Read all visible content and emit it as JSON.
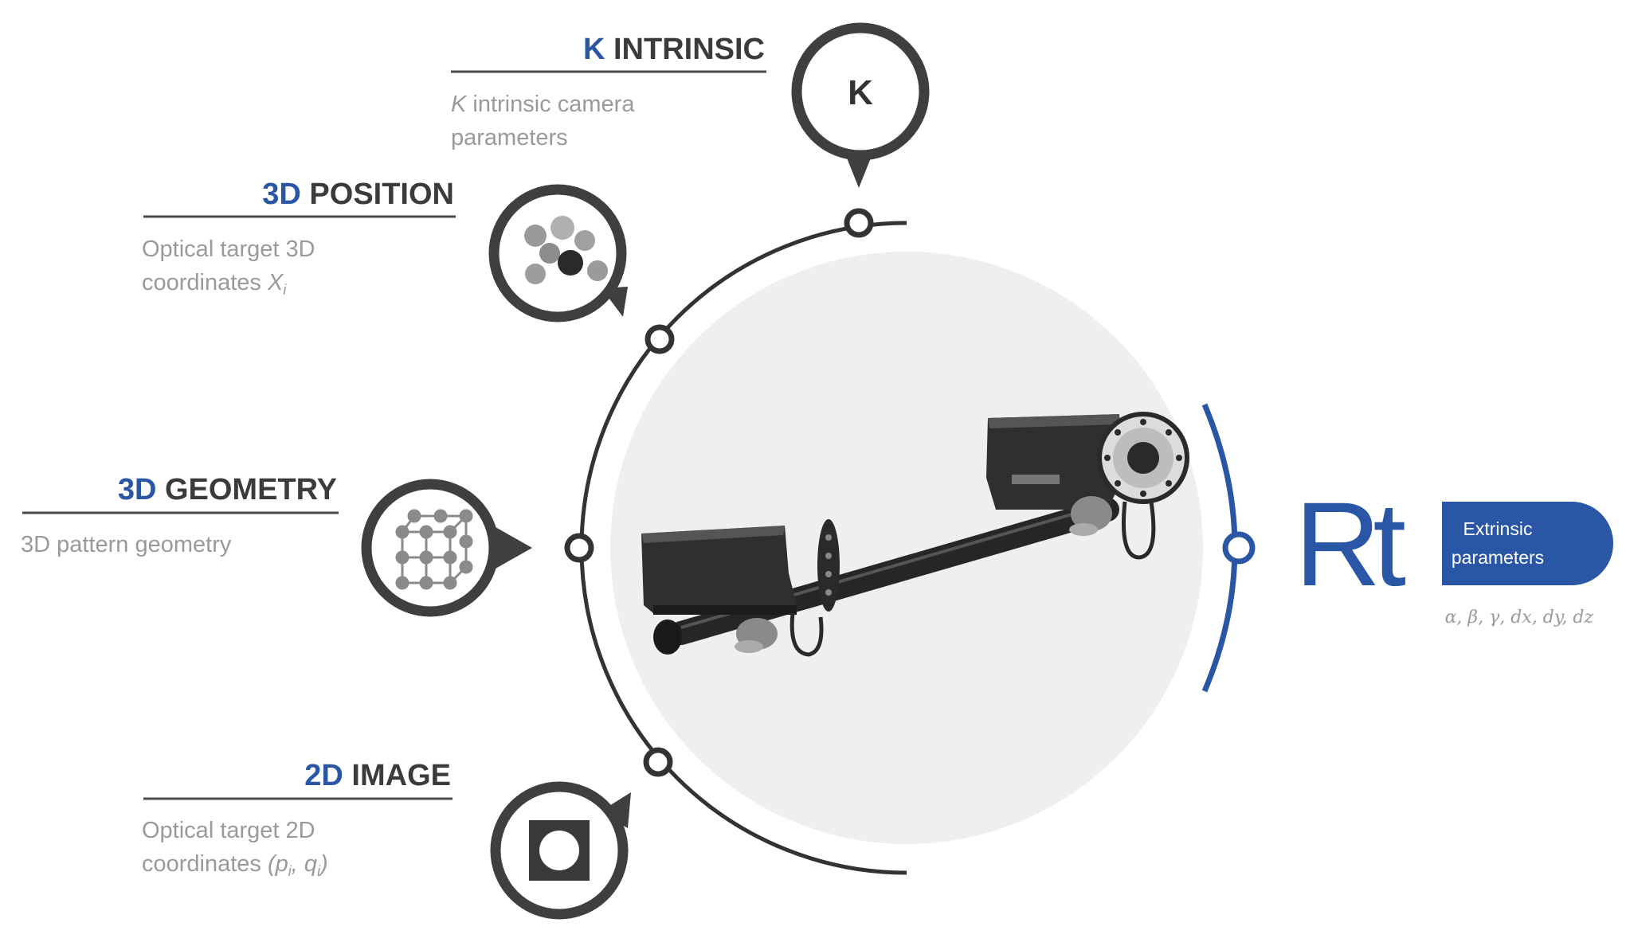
{
  "items": {
    "k_intrinsic": {
      "accent": "K",
      "rest": " INTRINSIC",
      "desc_italic": "K",
      "desc_line1": " intrinsic camera",
      "desc_line2": "parameters",
      "bubble_letter": "K",
      "icon": "letter-k-icon"
    },
    "position_3d": {
      "accent": "3D",
      "rest": " POSITION",
      "desc_line1": "Optical target 3D",
      "desc_line2": "coordinates ",
      "desc_italic": "X",
      "desc_sub": "i",
      "icon": "spheres-cluster-icon"
    },
    "geometry_3d": {
      "accent": "3D",
      "rest": " GEOMETRY",
      "desc_line1": "3D pattern geometry",
      "icon": "point-grid-cube-icon"
    },
    "image_2d": {
      "accent": "2D",
      "rest": " IMAGE",
      "desc_line1": "Optical target 2D",
      "desc_line2": "coordinates ",
      "desc_italic": "(p",
      "desc_sub1": "i",
      "desc_italic2": ", q",
      "desc_sub2": "i",
      "desc_italic3": ")",
      "icon": "square-target-icon"
    }
  },
  "result": {
    "big_label": "Rt",
    "pill_line1": "Extrinsic",
    "pill_line2": "parameters",
    "params": "α, β, γ, dx, dy, dz"
  },
  "colors": {
    "accent_blue": "#2a57a5",
    "dark_gray": "#3f3f3f",
    "light_gray_text": "#9a9a9a",
    "center_disc": "#efefef"
  },
  "center_image": "stereo-camera-rig-illustration"
}
